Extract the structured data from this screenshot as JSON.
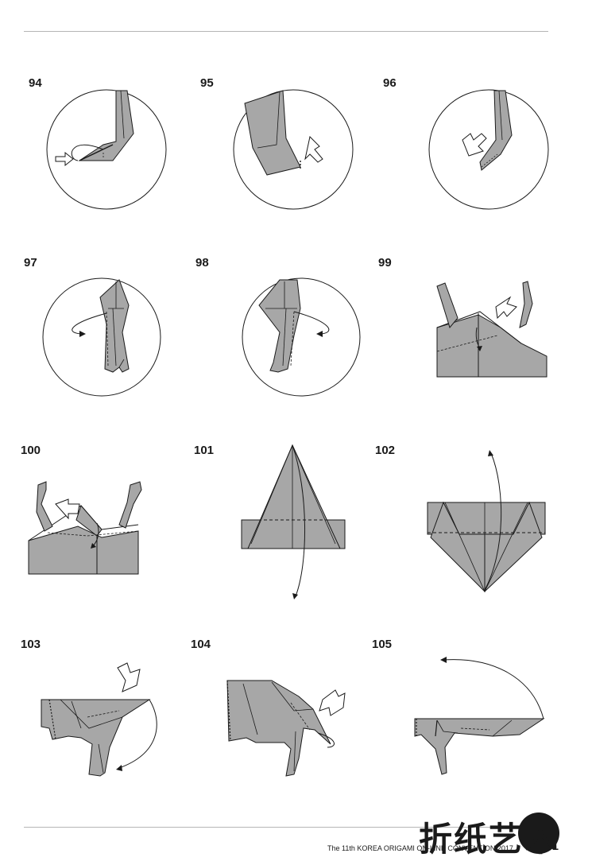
{
  "steps": [
    {
      "num": "94"
    },
    {
      "num": "95"
    },
    {
      "num": "96"
    },
    {
      "num": "97"
    },
    {
      "num": "98"
    },
    {
      "num": "99"
    },
    {
      "num": "100"
    },
    {
      "num": "101"
    },
    {
      "num": "102"
    },
    {
      "num": "103"
    },
    {
      "num": "104"
    },
    {
      "num": "105"
    }
  ],
  "footer": {
    "text": "The 11th KOREA ORIGAMI ON-LINE CONVENTION 2017",
    "page": "101"
  },
  "watermark": {
    "text": "折纸艺术"
  },
  "colors": {
    "paper": "#a7a7a7",
    "line": "#1a1a1a",
    "arrow_fill": "#ffffff"
  }
}
